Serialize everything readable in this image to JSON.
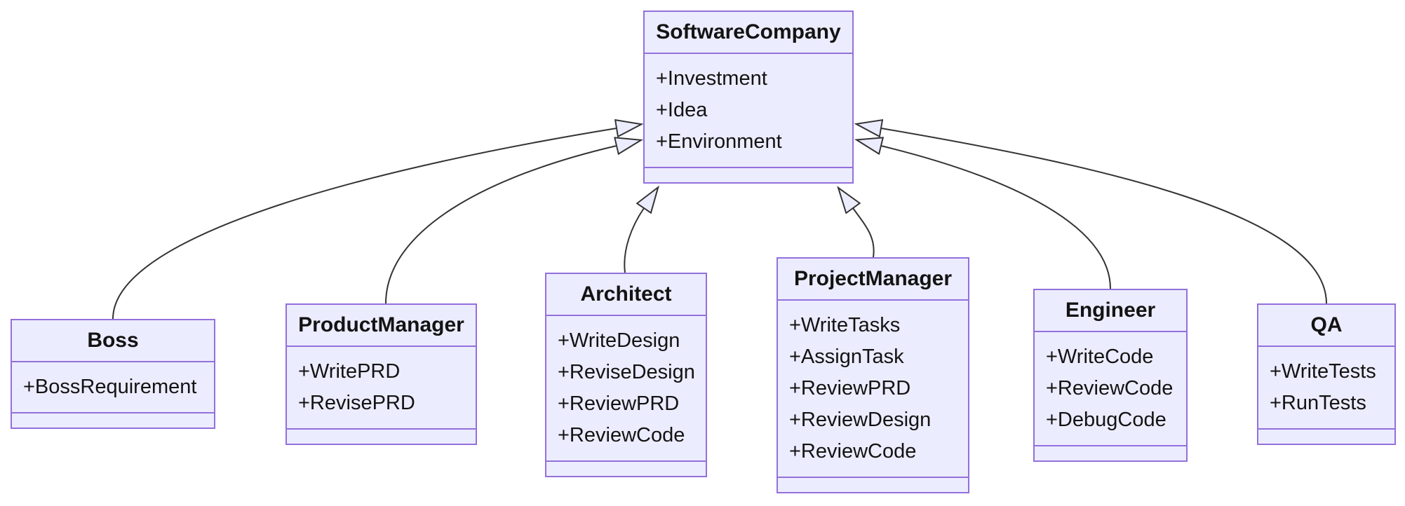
{
  "diagram": {
    "type": "uml-class-diagram",
    "classes": [
      {
        "name": "SoftwareCompany",
        "attributes": [
          "+Investment",
          "+Idea",
          "+Environment"
        ],
        "methods": []
      },
      {
        "name": "Boss",
        "attributes": [
          "+BossRequirement"
        ],
        "methods": []
      },
      {
        "name": "ProductManager",
        "attributes": [
          "+WritePRD",
          "+RevisePRD"
        ],
        "methods": []
      },
      {
        "name": "Architect",
        "attributes": [
          "+WriteDesign",
          "+ReviseDesign",
          "+ReviewPRD",
          "+ReviewCode"
        ],
        "methods": []
      },
      {
        "name": "ProjectManager",
        "attributes": [
          "+WriteTasks",
          "+AssignTask",
          "+ReviewPRD",
          "+ReviewDesign",
          "+ReviewCode"
        ],
        "methods": []
      },
      {
        "name": "Engineer",
        "attributes": [
          "+WriteCode",
          "+ReviewCode",
          "+DebugCode"
        ],
        "methods": []
      },
      {
        "name": "QA",
        "attributes": [
          "+WriteTests",
          "+RunTests"
        ],
        "methods": []
      }
    ],
    "relations": [
      {
        "from": "Boss",
        "to": "SoftwareCompany",
        "type": "inheritance"
      },
      {
        "from": "ProductManager",
        "to": "SoftwareCompany",
        "type": "inheritance"
      },
      {
        "from": "Architect",
        "to": "SoftwareCompany",
        "type": "inheritance"
      },
      {
        "from": "ProjectManager",
        "to": "SoftwareCompany",
        "type": "inheritance"
      },
      {
        "from": "Engineer",
        "to": "SoftwareCompany",
        "type": "inheritance"
      },
      {
        "from": "QA",
        "to": "SoftwareCompany",
        "type": "inheritance"
      }
    ],
    "colors": {
      "node_fill": "#ECECFF",
      "node_border": "#9370DB",
      "edge": "#333333",
      "text": "#131313",
      "background": "#FFFFFF"
    }
  }
}
